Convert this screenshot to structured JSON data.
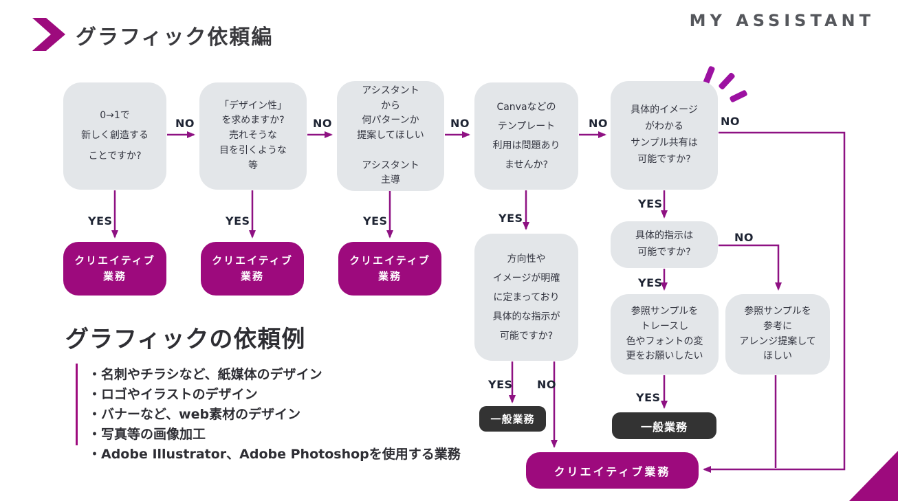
{
  "header": {
    "title": "グラフィック依頼編",
    "logo": "MY ASSISTANT"
  },
  "labels": {
    "yes": "YES",
    "no": "NO"
  },
  "flow": {
    "q_create": "0→1で\n新しく創造する\nことですか?",
    "q_design": "「デザイン性」\nを求めますか?\n売れそうな\n目を引くような\n等",
    "q_patterns": "アシスタント\nから\n何パターンか\n提案してほしい\n\nアシスタント\n主導",
    "q_canva": "Canvaなどの\nテンプレート\n利用は問題あり\nませんか?",
    "q_sample": "具体的イメージ\nがわかる\nサンプル共有は\n可能ですか?",
    "q_direction": "方向性や\nイメージが明確\nに定まっており\n具体的な指示が\n可能ですか?",
    "q_instruction": "具体的指示は\n可能ですか?",
    "q_trace": "参照サンプルを\nトレースし\n色やフォントの変\n更をお願いしたい",
    "q_arrange": "参照サンプルを\n参考に\nアレンジ提案して\nほしい",
    "creative": "クリエイティブ\n業務",
    "creative_single": "クリエイティブ業務",
    "general": "一般業務"
  },
  "examples": {
    "title": "グラフィックの依頼例",
    "items": [
      "・名刺やチラシなど、紙媒体のデザイン",
      "・ロゴやイラストのデザイン",
      "・バナーなど、web素材のデザイン",
      "・写真等の画像加工",
      "・Adobe Illustrator、Adobe Photoshopを使用する業務"
    ]
  },
  "colors": {
    "accent_magenta": "#9d0a7d",
    "connector_line": "#8e1182",
    "burst_purple": "#9c11a1",
    "node_gray": "#e3e6e9",
    "general_dark": "#333333",
    "label_navy": "#1e2433"
  }
}
